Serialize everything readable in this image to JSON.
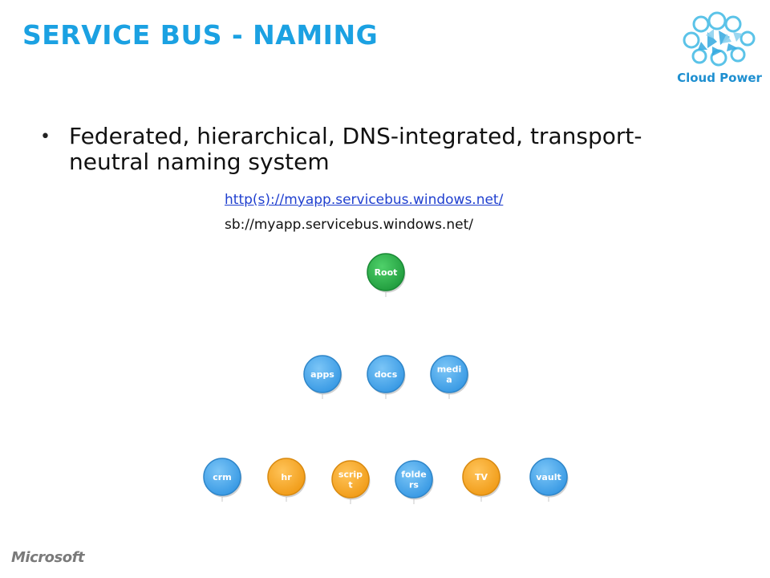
{
  "slide": {
    "title": "SERVICE BUS - NAMING",
    "bullet": "Federated, hierarchical, DNS-integrated, transport-neutral naming system",
    "url_http": "http(s)://myapp.servicebus.windows.net/",
    "url_sb": "sb://myapp.servicebus.windows.net/"
  },
  "logo": {
    "text": "Cloud Power",
    "color": "#1e8fd0"
  },
  "footer": {
    "brand": "Microsoft"
  },
  "tree": {
    "colors": {
      "root": "#2bb34a",
      "blue": "#4aabf0",
      "orange": "#f5a623"
    },
    "root": {
      "lines": [
        "Root"
      ],
      "color": "root"
    },
    "level1": [
      {
        "lines": [
          "apps"
        ],
        "color": "blue"
      },
      {
        "lines": [
          "docs"
        ],
        "color": "blue"
      },
      {
        "lines": [
          "medi",
          "a"
        ],
        "color": "blue"
      }
    ],
    "level2": [
      {
        "lines": [
          "crm"
        ],
        "color": "blue"
      },
      {
        "lines": [
          "hr"
        ],
        "color": "orange"
      },
      {
        "lines": [
          "scrip",
          "t"
        ],
        "color": "orange"
      },
      {
        "lines": [
          "folde",
          "rs"
        ],
        "color": "blue"
      },
      {
        "lines": [
          "TV"
        ],
        "color": "orange"
      },
      {
        "lines": [
          "vault"
        ],
        "color": "blue"
      }
    ]
  }
}
